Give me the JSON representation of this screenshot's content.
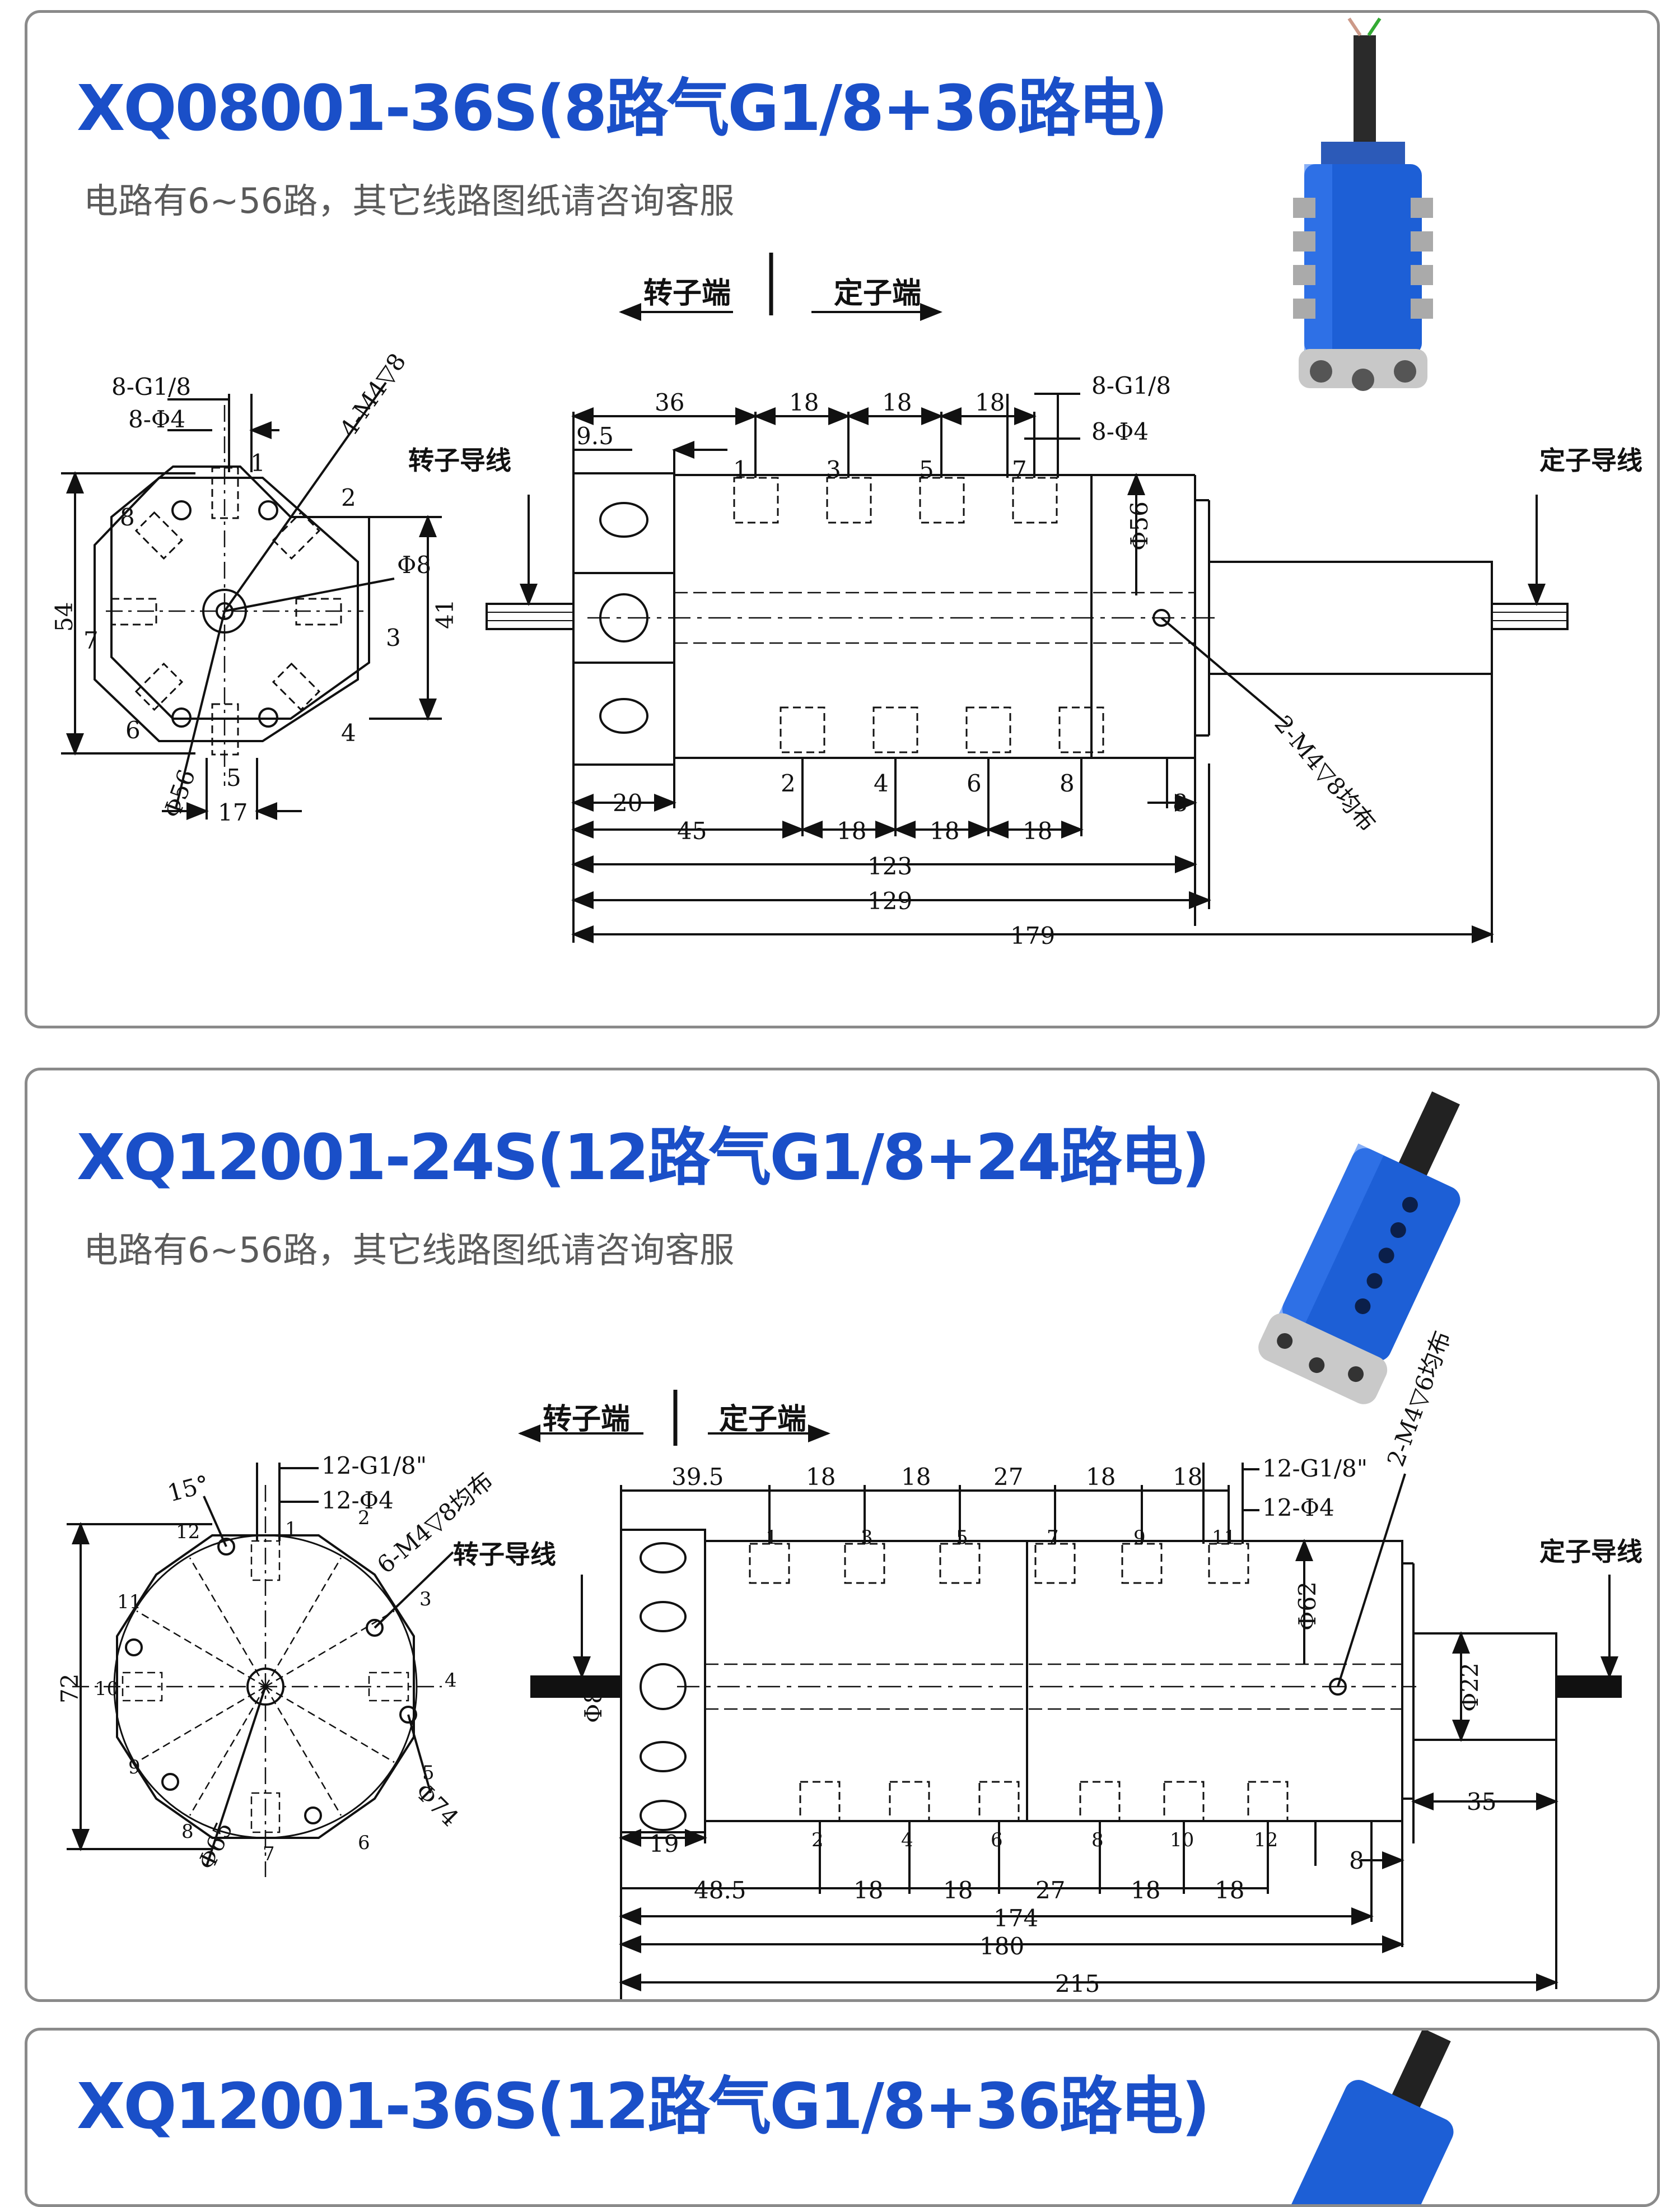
{
  "colors": {
    "title": "#1a4fc8",
    "body_blue": "#1d5fd6",
    "line": "#111111",
    "card_border": "#8a8a8a"
  },
  "cards": [
    {
      "title": "XQ08001-36S(8路气G1/8+36路电)",
      "subtitle": "电路有6~56路，其它线路图纸请咨询客服",
      "rotor_end": "转子端",
      "stator_end": "定子端",
      "rotor_wire": "转子导线",
      "stator_wire": "定子导线",
      "left_view": {
        "port_spec": "8-G1/8",
        "hole_spec": "8-Φ4",
        "screw_spec": "4-M4▽8",
        "dia_small": "Φ8",
        "dia_body": "Φ56",
        "dim_height": "54",
        "dim_inner": "41",
        "dim_bottom": "17",
        "port_numbers": [
          "1",
          "2",
          "3",
          "4",
          "5",
          "6",
          "7",
          "8"
        ]
      },
      "side_view": {
        "port_spec": "8-G1/8",
        "hole_spec": "8-Φ4",
        "screw_spec": "2-M4▽8均布",
        "dia_body": "Φ56",
        "top_dims": [
          "36",
          "18",
          "18",
          "18"
        ],
        "dim_flange": "9.5",
        "top_ports": [
          "1",
          "3",
          "5",
          "7"
        ],
        "bottom_ports": [
          "2",
          "4",
          "6",
          "8"
        ],
        "dim_20": "20",
        "bottom_dims": [
          "45",
          "18",
          "18",
          "18"
        ],
        "dim_8": "8",
        "dim_123": "123",
        "dim_129": "129",
        "dim_179": "179"
      },
      "photo": "blue-slip-ring-photo"
    },
    {
      "title": "XQ12001-24S(12路气G1/8+24路电)",
      "subtitle": "电路有6~56路，其它线路图纸请咨询客服",
      "rotor_end": "转子端",
      "stator_end": "定子端",
      "rotor_wire": "转子导线",
      "stator_wire": "定子导线",
      "left_view": {
        "port_spec": "12-G1/8\"",
        "hole_spec": "12-Φ4",
        "screw_spec": "6-M4▽8均布",
        "angle": "15°",
        "dia_74": "Φ74",
        "dia_65": "Φ65",
        "dim_height": "72",
        "port_numbers": [
          "1",
          "2",
          "3",
          "4",
          "5",
          "6",
          "7",
          "8",
          "9",
          "10",
          "11",
          "12"
        ]
      },
      "side_view": {
        "port_spec": "12-G1/8\"",
        "hole_spec": "12-Φ4",
        "screw_spec": "2-M4▽6均布",
        "dia_body": "Φ62",
        "dia_shaft": "Φ22",
        "dia_small": "Φ8",
        "top_dims": [
          "39.5",
          "18",
          "18",
          "27",
          "18",
          "18"
        ],
        "top_ports": [
          "1",
          "3",
          "5",
          "7",
          "9",
          "11"
        ],
        "bottom_ports": [
          "2",
          "4",
          "6",
          "8",
          "10",
          "12"
        ],
        "dim_19": "19",
        "bottom_dims": [
          "48.5",
          "18",
          "18",
          "27",
          "18",
          "18"
        ],
        "dim_8": "8",
        "dim_35": "35",
        "dim_174": "174",
        "dim_180": "180",
        "dim_215": "215"
      },
      "photo": "blue-slip-ring-photo"
    },
    {
      "title": "XQ12001-36S(12路气G1/8+36路电)",
      "photo": "blue-slip-ring-photo"
    }
  ]
}
